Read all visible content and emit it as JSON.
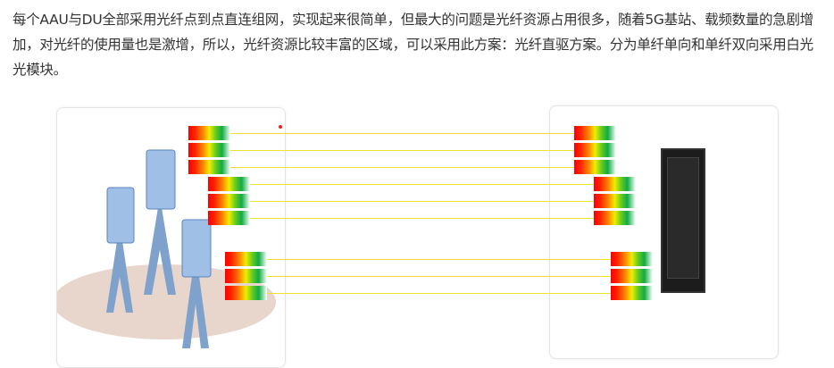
{
  "paragraph": "每个AAU与DU全部采用光纤点到点直连组网，实现起来很简单，但最大的问题是光纤资源占用很多，随着5G基站、载频数量的急剧增加，对光纤的使用量也是激增，所以，光纤资源比较丰富的区域，可以采用此方案：光纤直驱方案。分为单纤单向和单纤双向采用白光光模块。",
  "diagram": {
    "left_panel": "aau-towers",
    "right_panel": "du-rack",
    "fiber_color": "#f0e030",
    "module_groups": 3,
    "modules_per_group": 3
  }
}
